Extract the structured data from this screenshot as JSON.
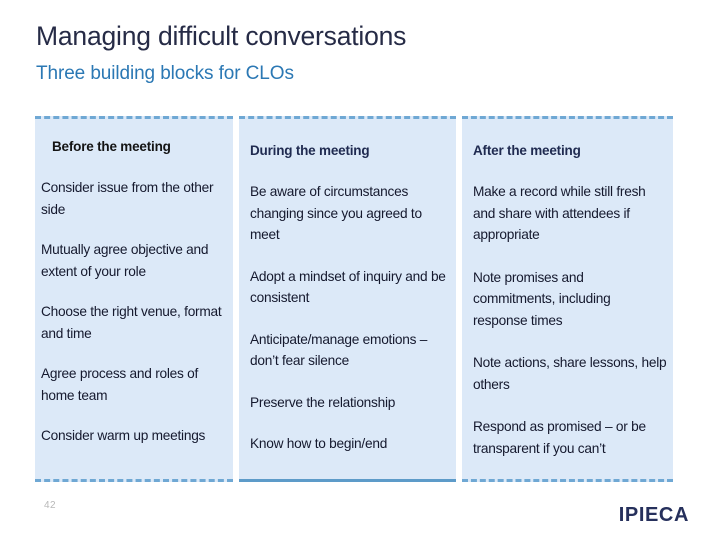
{
  "slide": {
    "title": "Managing difficult conversations",
    "subtitle": "Three building blocks for CLOs",
    "page_number": "42",
    "brand": "IPIECA",
    "colors": {
      "title": "#262b46",
      "subtitle": "#2b78b4",
      "column_background": "#dce9f8",
      "column_border_dashed": "#6fa8d4",
      "column_border_solid": "#5d9bc9",
      "body_text": "#15192e",
      "brand": "#26305c",
      "page_number": "#b8b8b8"
    }
  },
  "columns": [
    {
      "id": "before",
      "header": "Before the meeting",
      "items": [
        "Consider issue from the other side",
        "Mutually agree objective and extent of your role",
        "Choose the right venue, format and time",
        "Agree process and roles of home team",
        "Consider warm up meetings"
      ]
    },
    {
      "id": "during",
      "header": "During the meeting",
      "items": [
        "Be aware of circumstances changing since you agreed to meet",
        "Adopt a mindset of inquiry and be consistent",
        "Anticipate/manage emotions – don’t fear silence",
        "Preserve the relationship",
        "Know how to begin/end"
      ]
    },
    {
      "id": "after",
      "header": "After the meeting",
      "items": [
        "Make a record while still fresh and share with attendees if appropriate",
        "Note promises and commitments, including response times",
        "Note actions, share lessons, help others",
        "Respond as promised – or be transparent if you can’t"
      ]
    }
  ]
}
